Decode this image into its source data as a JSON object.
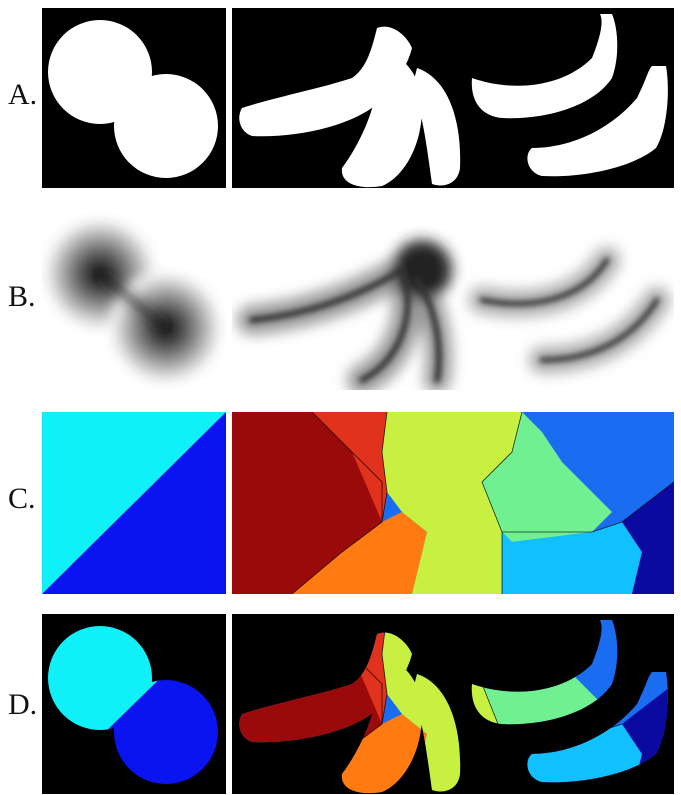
{
  "rows": [
    {
      "label": "A."
    },
    {
      "label": "B."
    },
    {
      "label": "C."
    },
    {
      "label": "D."
    }
  ],
  "colors": {
    "background": "#000000",
    "mask": "#ffffff",
    "cyan": "#10f0f8",
    "blue": "#0a14f0",
    "dark_red": "#9a0a0a",
    "red": "#e0321c",
    "orange": "#ff7a10",
    "yellow_green": "#c8f040",
    "green": "#70f090",
    "sky": "#10c0ff",
    "azure": "#1a6cf0",
    "navy": "#0a0aa0"
  }
}
